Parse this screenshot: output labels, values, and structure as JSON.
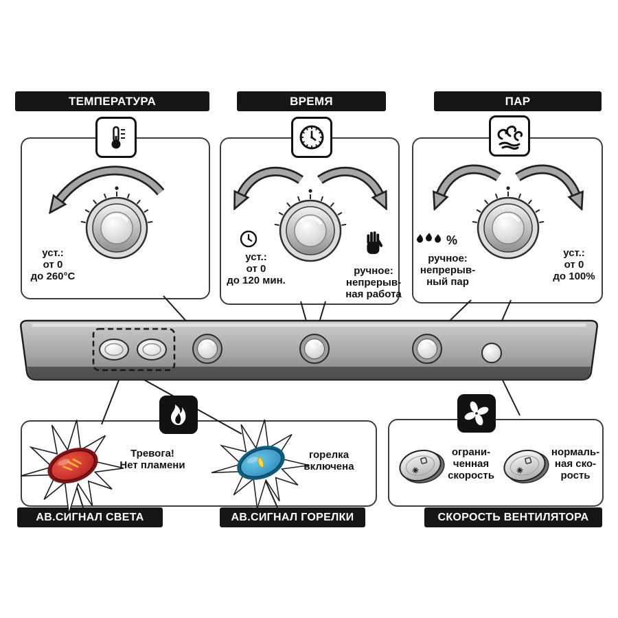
{
  "sections": {
    "temperature": {
      "label": "ТЕМПЕРАТУРА",
      "set_note": "уст.:\nот 0\nдо 260°C"
    },
    "time": {
      "label": "ВРЕМЯ",
      "set_note": "уст.:\nот 0\nдо 120 мин.",
      "manual_note": "ручное:\nнепрерыв-\nная работа"
    },
    "steam": {
      "label": "ПАР",
      "manual_note": "ручное:\nнепрерыв-\nный пар",
      "set_note": "уст.:\nот 0\nдо 100%"
    }
  },
  "indicators": {
    "light_alarm": {
      "label": "АВ.СИГНАЛ СВЕТА",
      "note": "Тревога!\nНет пламени",
      "lamp_color": "#c22227"
    },
    "burner_alarm": {
      "label": "АВ.СИГНАЛ ГОРЕЛКИ",
      "note": "горелка\nвключена",
      "lamp_color": "#2d9fd2"
    },
    "fan_speed": {
      "label": "СКОРОСТЬ ВЕНТИЛЯТОРА",
      "limited_note": "ограни-\nченная\nскорость",
      "normal_note": "нормаль-\nная ско-\nрость"
    }
  },
  "glyphs": {
    "percent": "%"
  },
  "icons": {
    "temperature": "thermometer-icon",
    "time": "clock-icon",
    "steam": "steam-icon",
    "time_set": "clock-icon",
    "time_manual": "hand-icon",
    "steam_manual": "droplets-percent-icon",
    "flame": "flame-icon",
    "fan": "fan-icon"
  },
  "colors": {
    "label_bg": "#161616",
    "panel_strip": "#a8a8a8"
  }
}
